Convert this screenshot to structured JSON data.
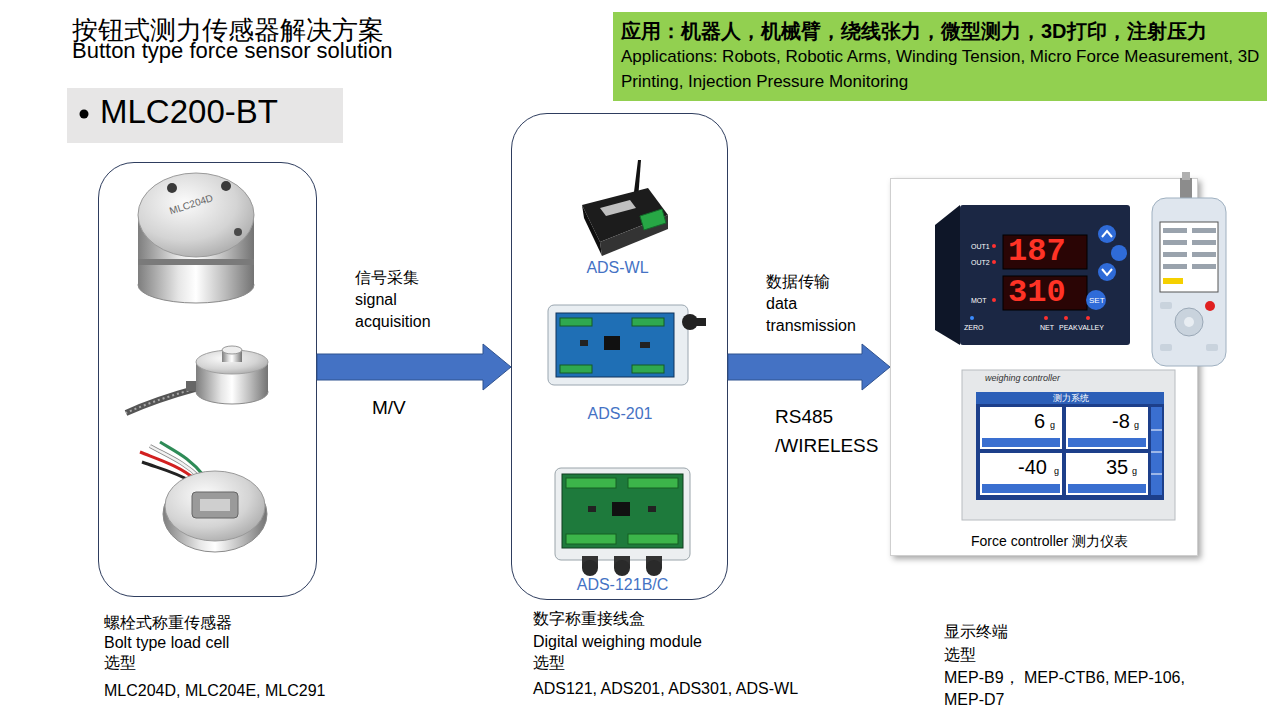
{
  "diagram": {
    "title": "按钮式测力传感器解决方案",
    "nodes": [
      {
        "text": [
          "应用：机器人，机械臂，绕线张力，微型测力，3D打印，注射压力",
          "Applications: Robots, Robotic Arms, Winding Tension, Micro Force Measurement, 3D Printing, Injection Pressure Monitoring"
        ]
      },
      {
        "text": [
          "MLC200-BT"
        ]
      },
      {
        "text": [
          "螺栓式称重传感器",
          "Bolt type load cell",
          "选型",
          "MLC204D, MLC204E, MLC291"
        ]
      },
      {
        "text": [
          "数字称重接线盒",
          "Digital weighing module",
          "选型",
          "ADS121, ADS201, ADS301, ADS-WL"
        ]
      },
      {
        "text": [
          "ADS-WL"
        ],
        "in": 3
      },
      {
        "text": [
          "ADS-201"
        ],
        "in": 3
      },
      {
        "text": [
          "ADS-121B/C"
        ],
        "in": 3
      },
      {
        "text": [
          "Force controller 测力仪表",
          "显示终端",
          "选型",
          "MEP-B9， MEP-CTB6, MEP-106, MEP-D7"
        ]
      }
    ],
    "edges": [
      {
        "from": 2,
        "to": 3,
        "arrow": "to",
        "label": "信号采集 signal acquisition"
      },
      {
        "from": 3,
        "to": 7,
        "arrow": "to",
        "label": "数据传输 data transmission"
      }
    ],
    "labels": [
      "Button type force sensor solution",
      "M/V",
      "RS485 /WIRELESS",
      "MLC204D",
      "OUT1",
      "OUT2",
      "MOT",
      "187",
      "310",
      "ZERO",
      "NET",
      "PEAK",
      "VALLEY",
      "SET",
      "weighing controller",
      "测力系统",
      "6",
      "g",
      "-8",
      "g",
      "-40",
      "g",
      "35",
      "g"
    ]
  }
}
